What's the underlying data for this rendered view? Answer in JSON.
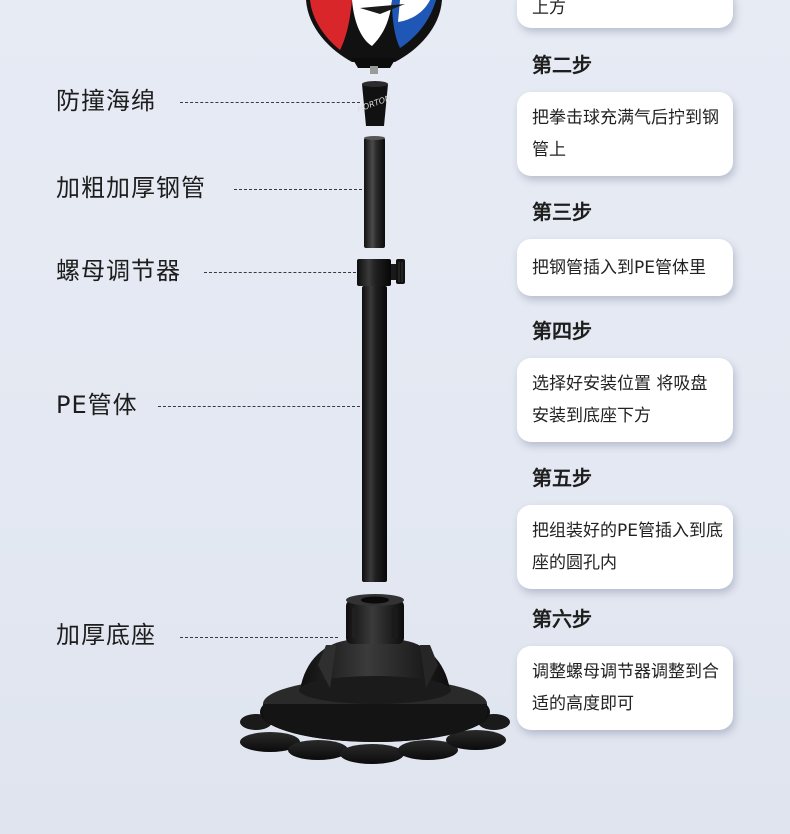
{
  "labels": {
    "sponge": "防撞海绵",
    "steel_pipe": "加粗加厚钢管",
    "nut_adjuster": "螺母调节器",
    "pe_pipe": "PE管体",
    "base": "加厚底座"
  },
  "steps": [
    {
      "title": "",
      "text": "上方"
    },
    {
      "title": "第二步",
      "text": "把拳击球充满气后拧到钢管上"
    },
    {
      "title": "第三步",
      "text": "把钢管插入到PE管体里"
    },
    {
      "title": "第四步",
      "text": "选择好安装位置 将吸盘安装到底座下方"
    },
    {
      "title": "第五步",
      "text": "把组装好的PE管插入到底座的圆孔内"
    },
    {
      "title": "第六步",
      "text": "调整螺母调节器调整到合适的高度即可"
    }
  ],
  "product": {
    "ball_colors": [
      "#d8262b",
      "#ffffff",
      "#1f57b6",
      "#111111"
    ],
    "logo_text": "HORTON"
  }
}
